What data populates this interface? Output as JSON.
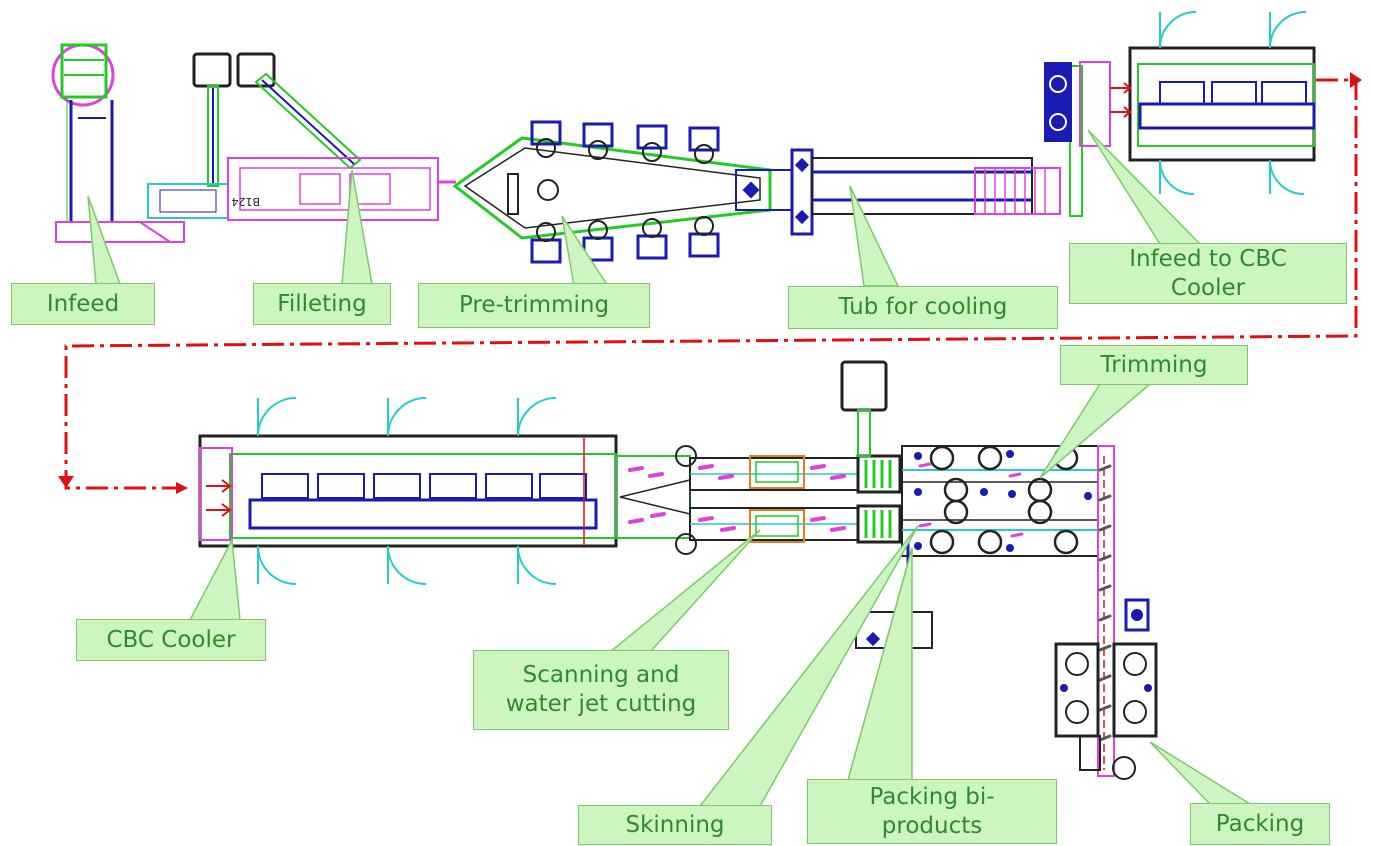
{
  "labels": {
    "infeed": "Infeed",
    "filleting": "Filleting",
    "pre_trimming": "Pre-trimming",
    "tub_for_cooling": "Tub for cooling",
    "infeed_to_cbc_cooler": "Infeed to CBC\nCooler",
    "trimming": "Trimming",
    "cbc_cooler": "CBC Cooler",
    "scanning_and_water_jet_cutting": "Scanning and\nwater jet cutting",
    "skinning": "Skinning",
    "packing_bi_products": "Packing bi-\nproducts",
    "packing": "Packing"
  },
  "machine_marking": "B124",
  "colors": {
    "label_fill": "#ccf5c0",
    "label_border": "#7cc96a",
    "label_text": "#2f8a2f",
    "flow_arrow": "#e01010",
    "conveyor_green": "#22cc22",
    "machine_blue": "#1a1ab5",
    "filleting_magenta": "#e040e0",
    "cooler_cyan": "#22cccc"
  },
  "icons": {
    "flow_arrow": "red-dash-dot-arrow",
    "fillet_piece": "magenta-dash"
  }
}
